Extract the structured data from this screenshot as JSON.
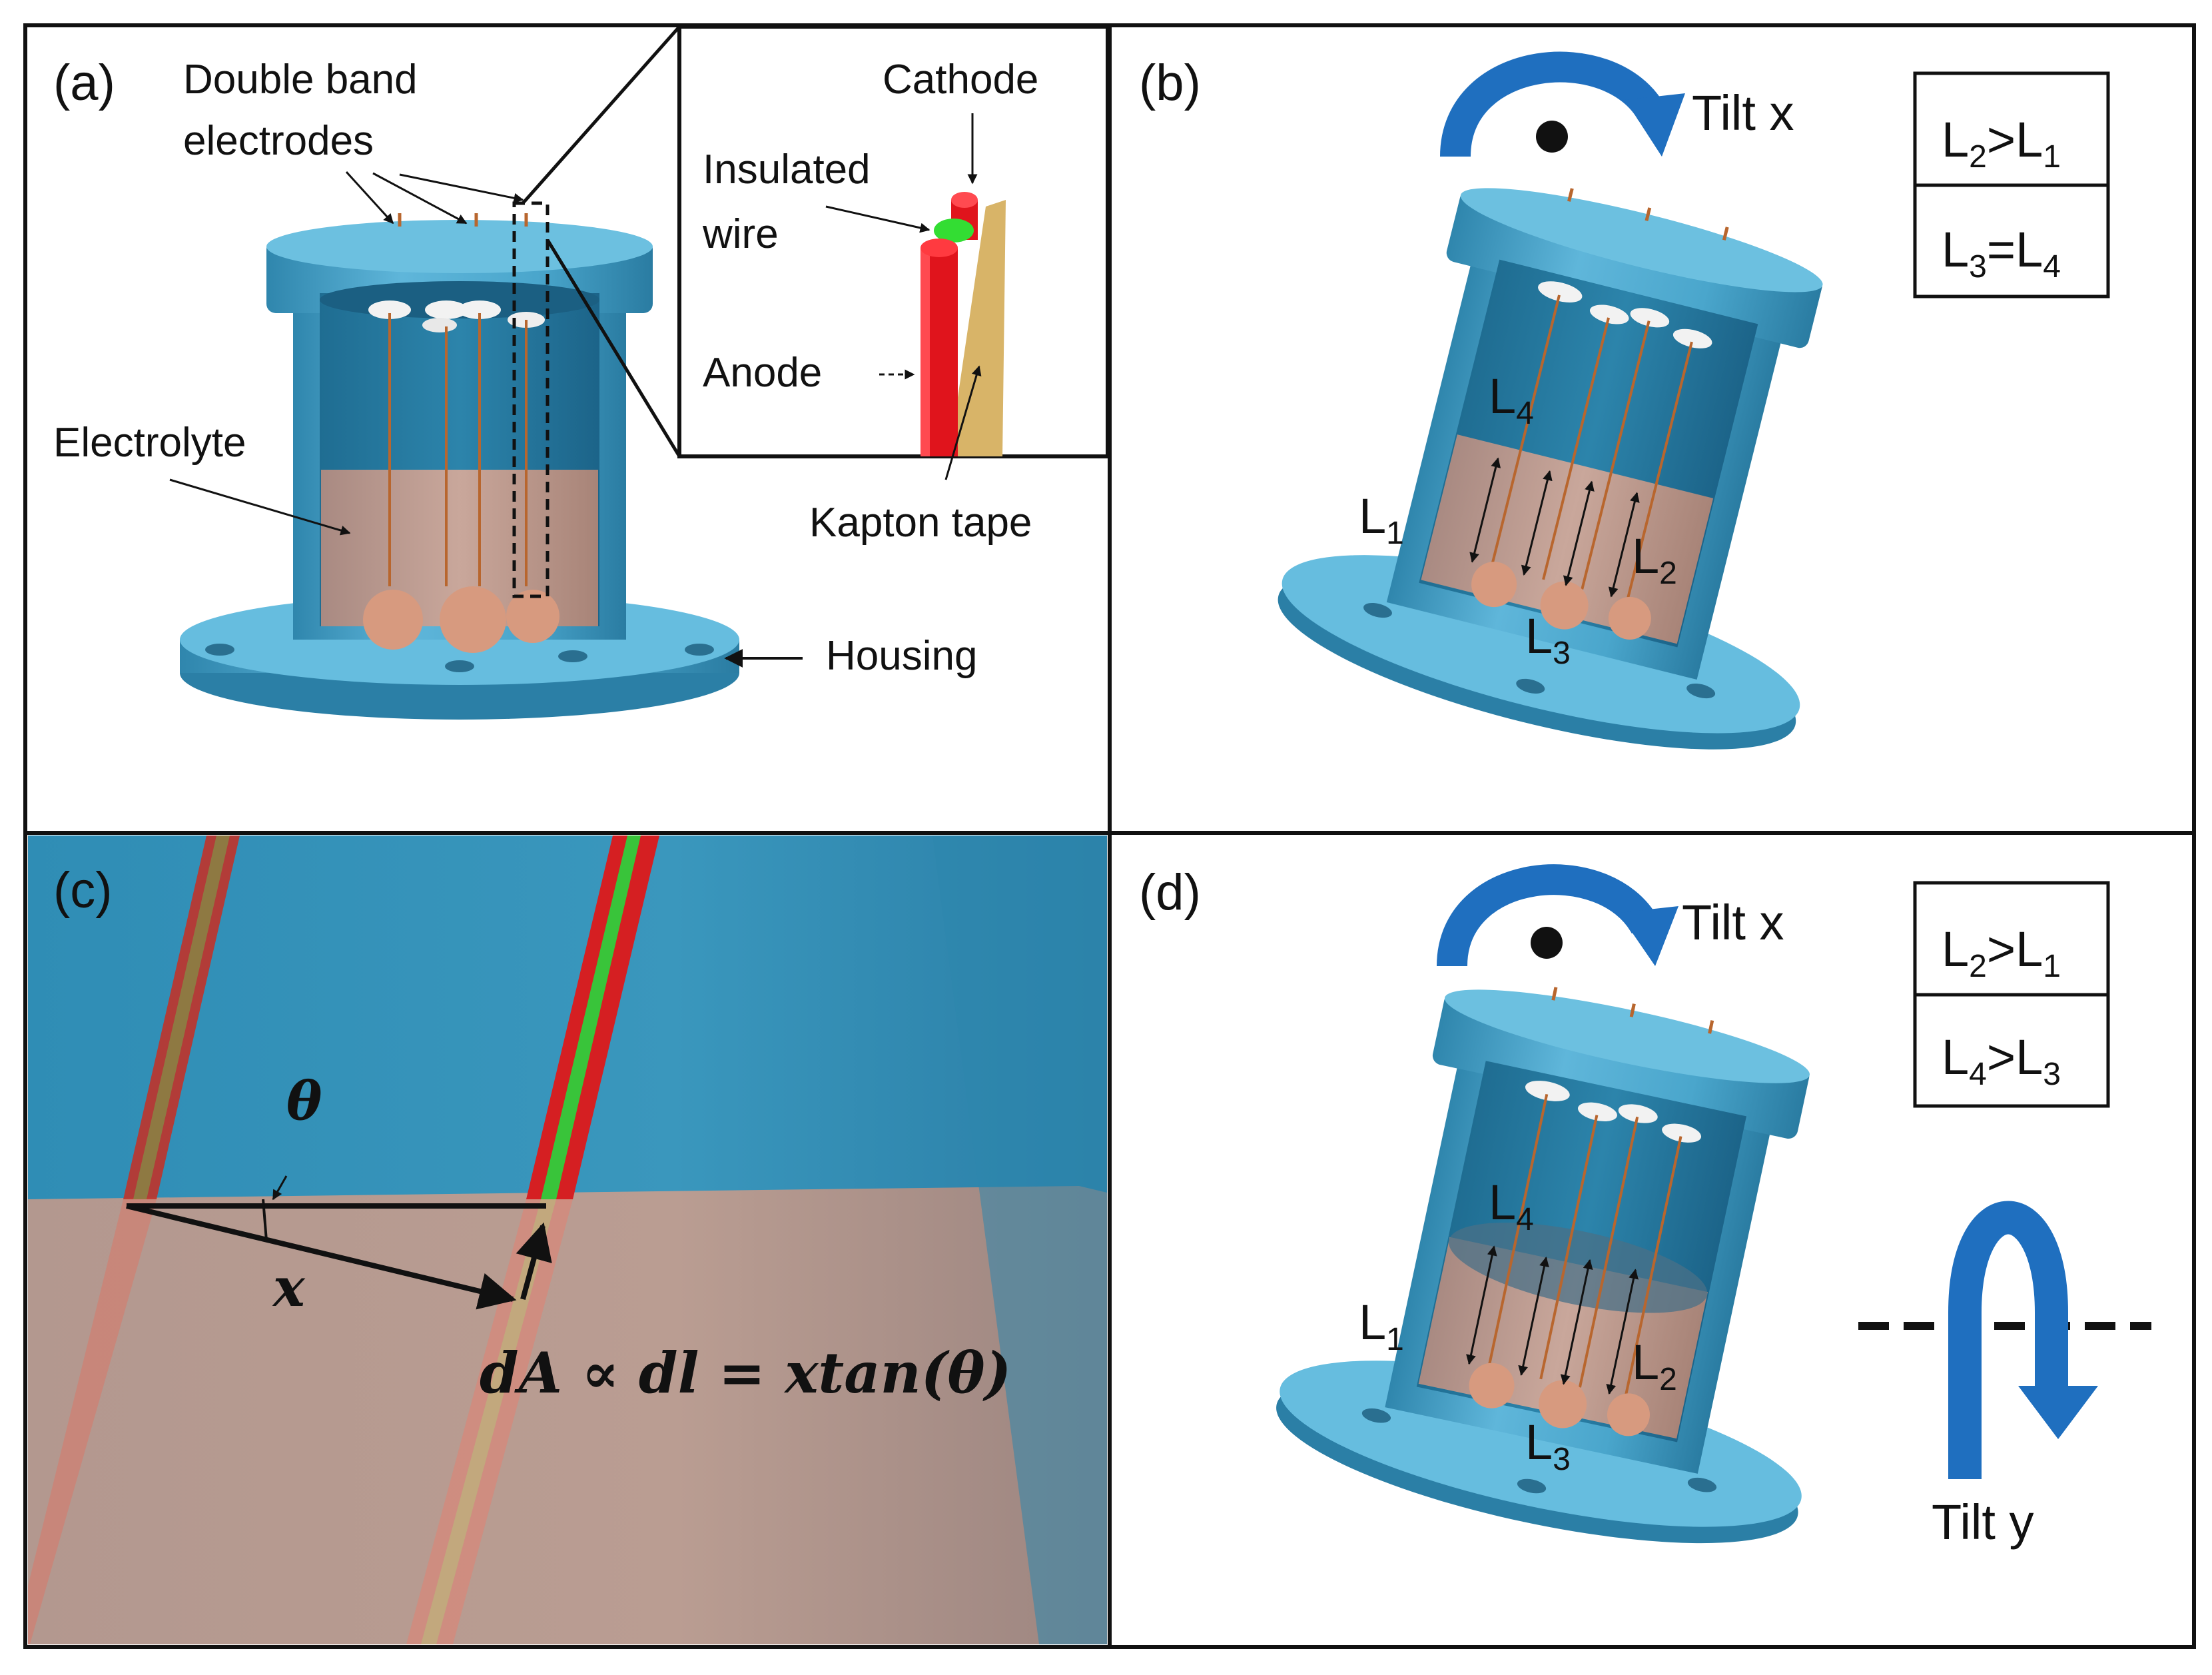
{
  "panels": {
    "a": {
      "label": "(a)",
      "callouts": {
        "double_band_line1": "Double band",
        "double_band_line2": "electrodes",
        "electrolyte": "Electrolyte",
        "housing": "Housing"
      },
      "inset": {
        "cathode": "Cathode",
        "insulated_line1": "Insulated",
        "insulated_line2": "wire",
        "anode": "Anode",
        "kapton": "Kapton tape"
      }
    },
    "b": {
      "label": "(b)",
      "tilt": "Tilt x",
      "box": [
        {
          "base": "L",
          "sub1": "2",
          "op": ">",
          "base2": "L",
          "sub2": "1"
        },
        {
          "base": "L",
          "sub1": "3",
          "op": "=",
          "base2": "L",
          "sub2": "4"
        }
      ],
      "lengths": {
        "l1": {
          "base": "L",
          "sub": "1"
        },
        "l2": {
          "base": "L",
          "sub": "2"
        },
        "l3": {
          "base": "L",
          "sub": "3"
        },
        "l4": {
          "base": "L",
          "sub": "4"
        }
      }
    },
    "c": {
      "label": "(c)",
      "theta": "θ",
      "x": "x",
      "equation": "dA ∝ dl = xtan(θ)"
    },
    "d": {
      "label": "(d)",
      "tilt_x": "Tilt x",
      "tilt_y": "Tilt y",
      "box": [
        {
          "base": "L",
          "sub1": "2",
          "op": ">",
          "base2": "L",
          "sub2": "1"
        },
        {
          "base": "L",
          "sub1": "4",
          "op": ">",
          "base2": "L",
          "sub2": "3"
        }
      ],
      "lengths": {
        "l1": {
          "base": "L",
          "sub": "1"
        },
        "l2": {
          "base": "L",
          "sub": "2"
        },
        "l3": {
          "base": "L",
          "sub": "3"
        },
        "l4": {
          "base": "L",
          "sub": "4"
        }
      }
    }
  },
  "colors": {
    "housing": "#4aa6cc",
    "housing_dark": "#2f86ad",
    "housing_light": "#6cc0e0",
    "electrolyte": "#c9a79b",
    "anode": "#e0141c",
    "cathode_wire": "#33dd33",
    "kapton": "#d8b468",
    "arrow_blue": "#1f6fbf",
    "panel_c_bg": "#3a8fb3"
  }
}
